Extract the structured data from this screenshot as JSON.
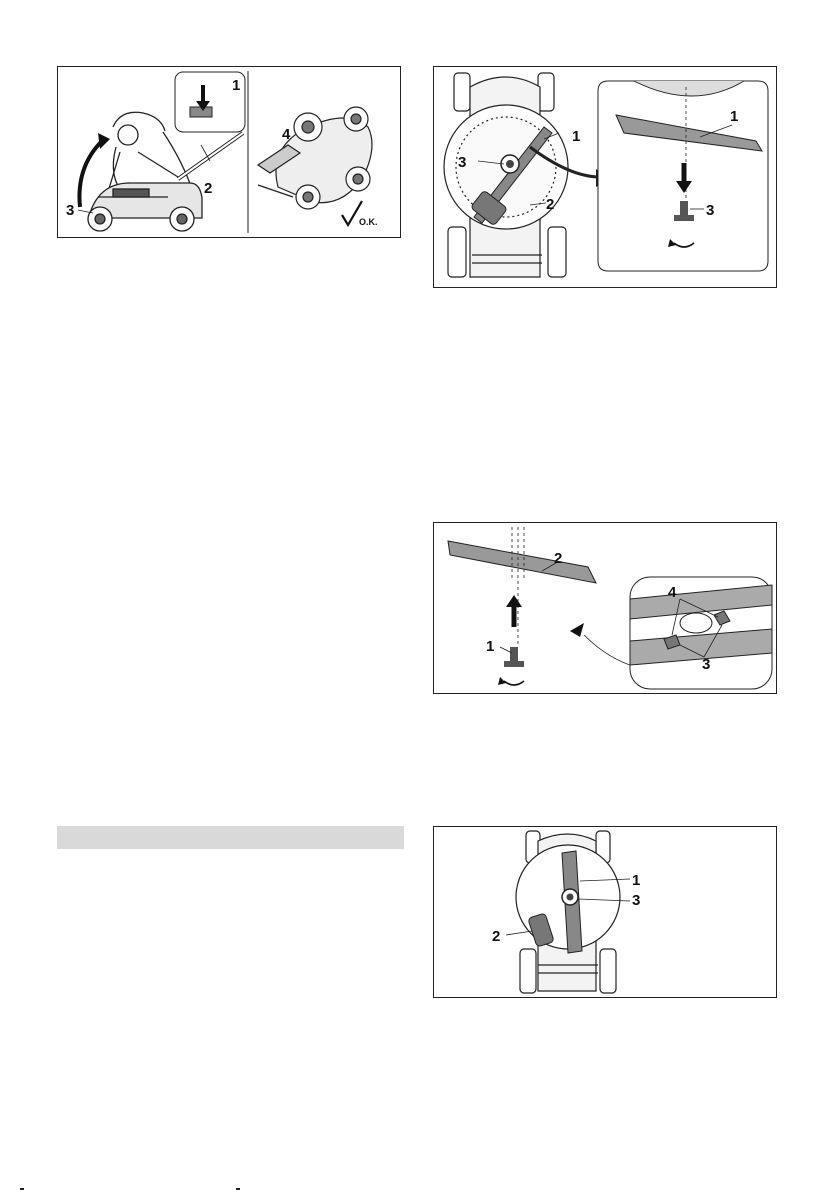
{
  "figures": {
    "fig1": {
      "callouts": [
        "1",
        "2",
        "3",
        "4"
      ],
      "ok_mark": "O.K."
    },
    "fig2": {
      "callouts": [
        "1",
        "2",
        "3",
        "1",
        "3"
      ]
    },
    "fig3": {
      "callouts": [
        "2",
        "1",
        "4",
        "3"
      ]
    },
    "fig4": {
      "callouts": [
        "1",
        "3",
        "2"
      ]
    }
  },
  "section_heading": ""
}
